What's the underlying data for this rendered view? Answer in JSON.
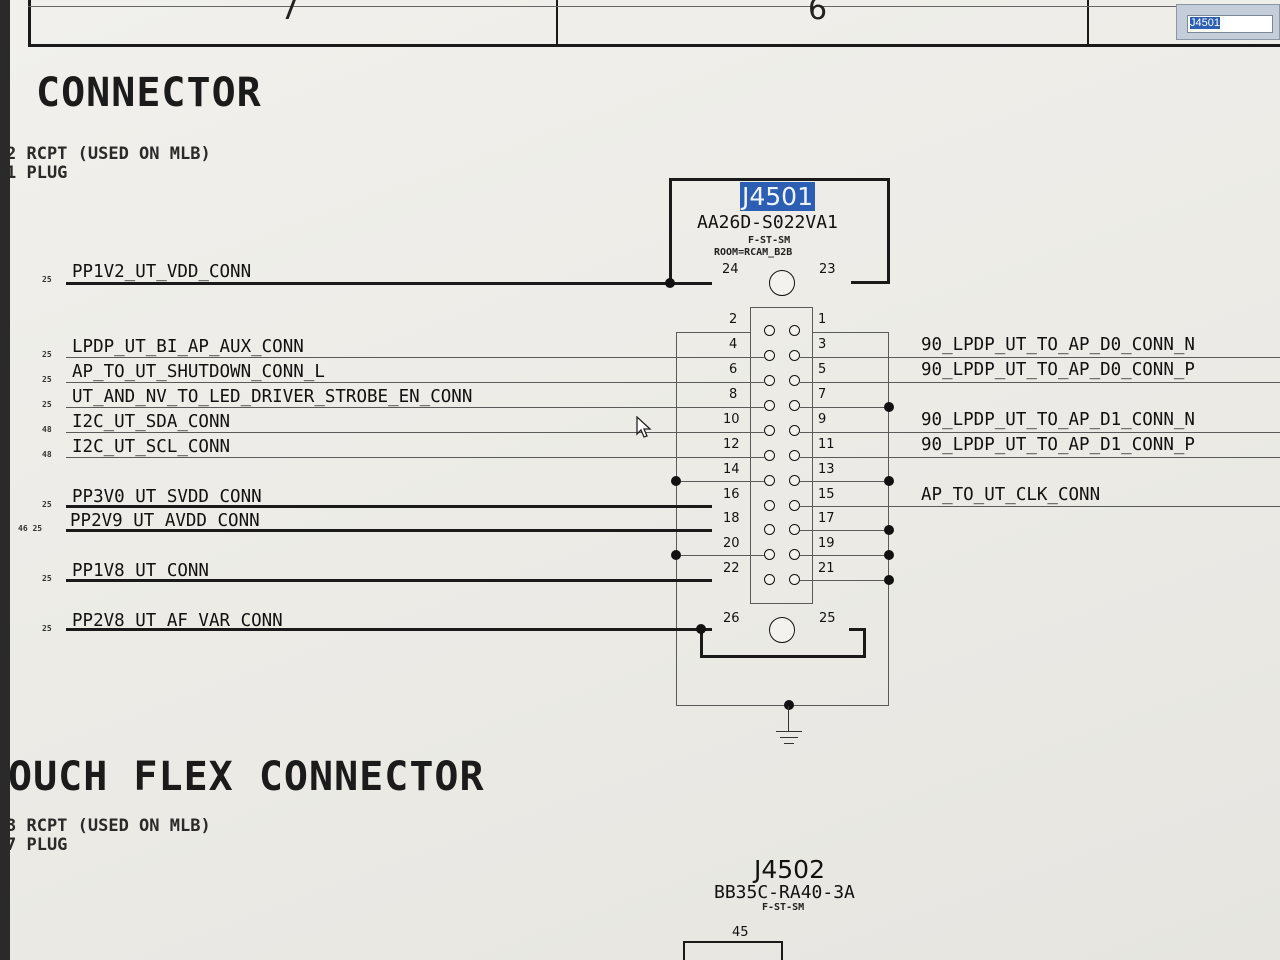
{
  "find": {
    "value": "J4501"
  },
  "zones": [
    "7",
    "6"
  ],
  "section1": {
    "title": "CONNECTOR",
    "notes": [
      "2 RCPT (USED ON MLB)",
      "1 PLUG"
    ]
  },
  "j4501": {
    "ref": "J4501",
    "part": "AA26D-S022VA1",
    "sub1": "F-ST-SM",
    "sub2": "ROOM=RCAM_B2B",
    "pins": {
      "p24": "24",
      "p23": "23",
      "p2": "2",
      "p1": "1",
      "p4": "4",
      "p3": "3",
      "p6": "6",
      "p5": "5",
      "p8": "8",
      "p7": "7",
      "p10": "10",
      "p9": "9",
      "p12": "12",
      "p11": "11",
      "p14": "14",
      "p13": "13",
      "p16": "16",
      "p15": "15",
      "p18": "18",
      "p17": "17",
      "p20": "20",
      "p19": "19",
      "p22": "22",
      "p21": "21",
      "p26": "26",
      "p25": "25"
    },
    "nets_left": {
      "pp1v2": "PP1V2_UT_VDD_CONN",
      "aux": "LPDP_UT_BI_AP_AUX_CONN",
      "shdn": "AP_TO_UT_SHUTDOWN_CONN_L",
      "strobe": "UT_AND_NV_TO_LED_DRIVER_STROBE_EN_CONN",
      "sda": "I2C_UT_SDA_CONN",
      "scl": "I2C_UT_SCL_CONN",
      "pp3v0": "PP3V0_UT_SVDD_CONN",
      "pp2v9": "PP2V9_UT_AVDD_CONN",
      "pp1v8": "PP1V8_UT_CONN",
      "pp2v8": "PP2V8_UT_AF_VAR_CONN"
    },
    "nets_right": {
      "d0n": "90_LPDP_UT_TO_AP_D0_CONN_N",
      "d0p": "90_LPDP_UT_TO_AP_D0_CONN_P",
      "d1n": "90_LPDP_UT_TO_AP_D1_CONN_N",
      "d1p": "90_LPDP_UT_TO_AP_D1_CONN_P",
      "clk": "AP_TO_UT_CLK_CONN"
    },
    "page_refs": {
      "pp1v2": "25",
      "aux": "25",
      "shdn": "25",
      "strobe": "25",
      "sda": "48",
      "scl": "48",
      "pp3v0": "25",
      "pp2v9": "46 25",
      "pp1v8": "25",
      "pp2v8": "25"
    }
  },
  "section2": {
    "title": "OUCH FLEX CONNECTOR",
    "notes": [
      "3 RCPT (USED ON MLB)",
      "7 PLUG"
    ]
  },
  "j4502": {
    "ref": "J4502",
    "part": "BB35C-RA40-3A",
    "sub1": "F-ST-SM",
    "pin45": "45"
  }
}
